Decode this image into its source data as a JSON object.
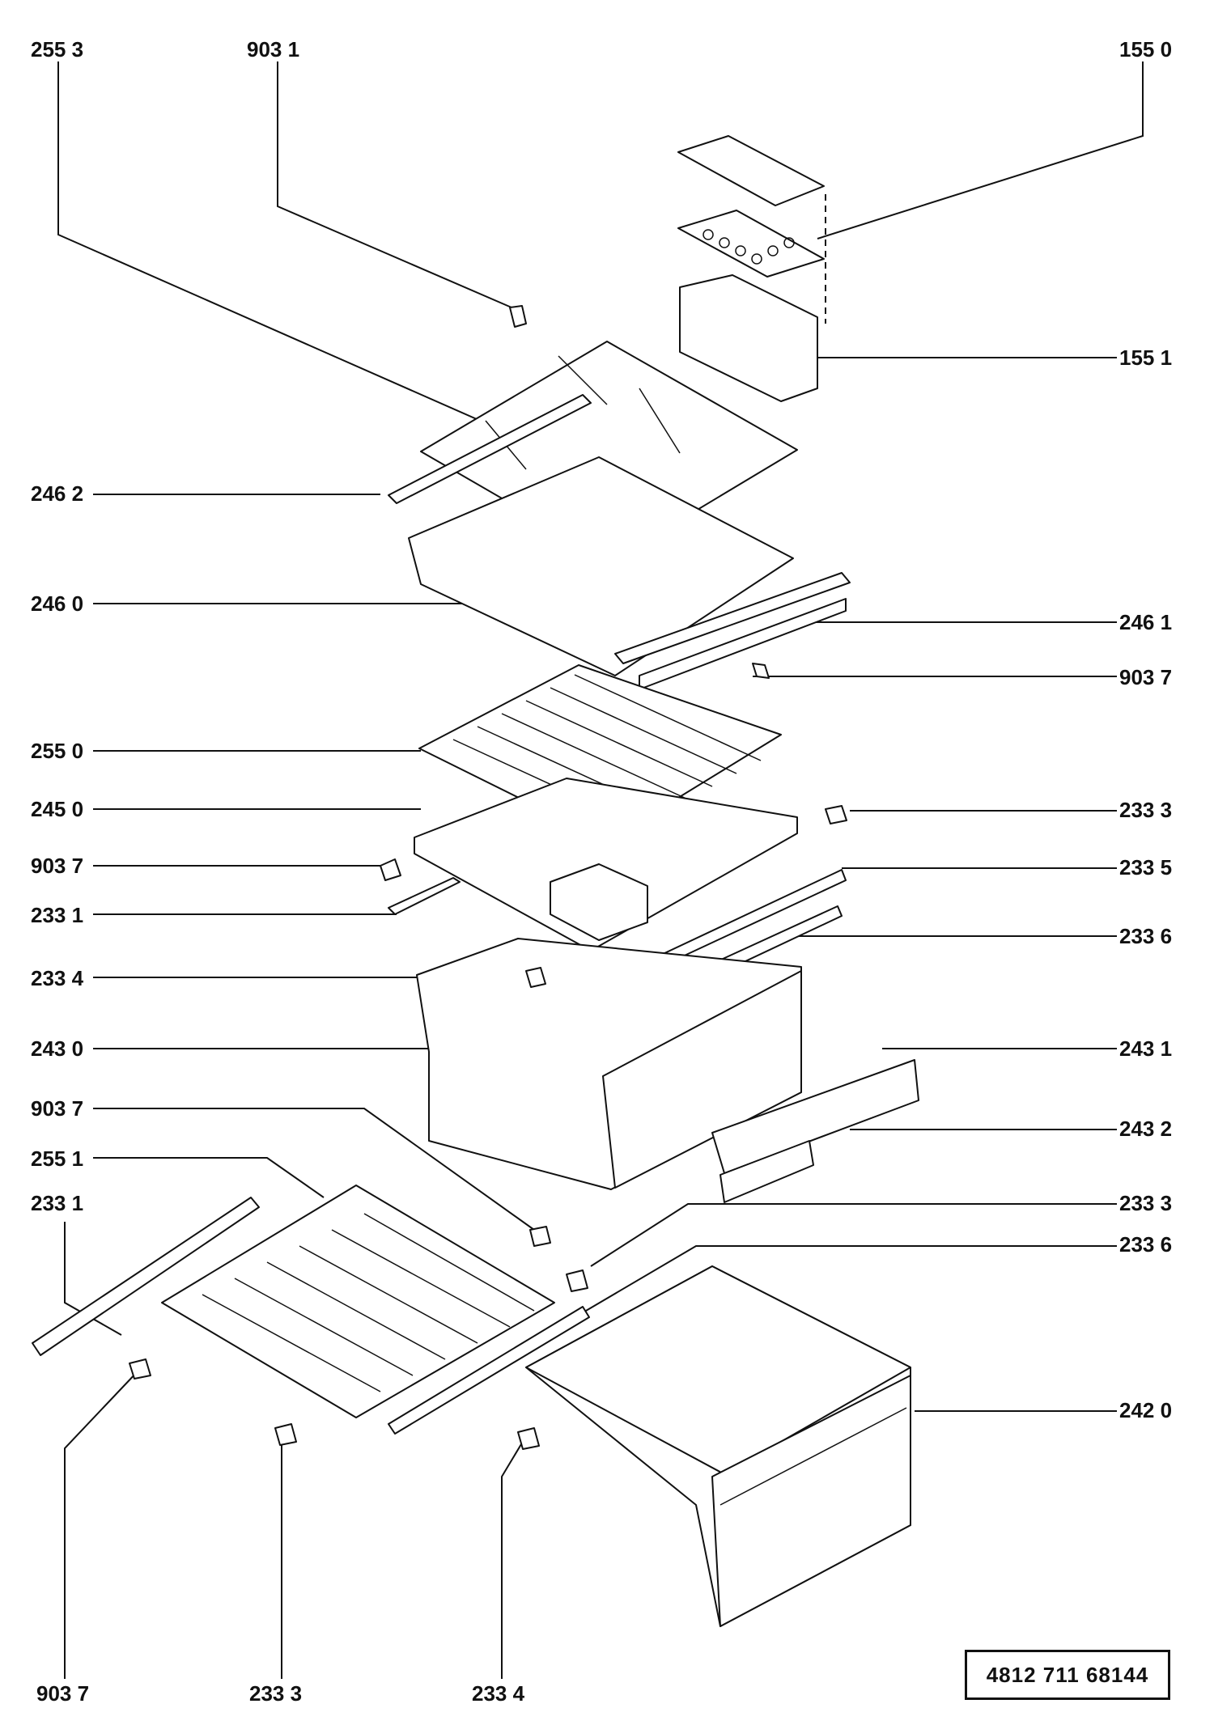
{
  "labels": {
    "l2553": "255 3",
    "l9031": "903 1",
    "l1550": "155 0",
    "l1551": "155 1",
    "l2462": "246 2",
    "l2460": "246 0",
    "l2461": "246 1",
    "l9037a": "903 7",
    "l2550": "255 0",
    "l2450": "245 0",
    "l2333a": "233 3",
    "l9037b": "903 7",
    "l2335": "233 5",
    "l2331a": "233 1",
    "l2336a": "233 6",
    "l2334a": "233 4",
    "l2430": "243 0",
    "l2431": "243 1",
    "l9037c": "903 7",
    "l2432": "243 2",
    "l2551": "255 1",
    "l2331b": "233 1",
    "l2333b": "233 3",
    "l2336b": "233 6",
    "l2420": "242 0",
    "l9037d": "903 7",
    "l2333c": "233 3",
    "l2334b": "233 4"
  },
  "document_number": "4812  711  68144"
}
